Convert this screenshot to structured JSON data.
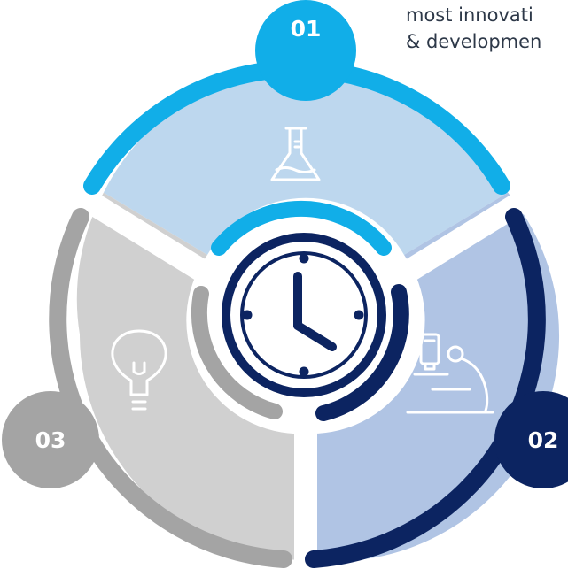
{
  "caption": {
    "line1": "most innovati",
    "line2": "& developmen"
  },
  "segments": [
    {
      "number": "01",
      "icon": "flask-icon"
    },
    {
      "number": "02",
      "icon": "microscope-icon"
    },
    {
      "number": "03",
      "icon": "lightbulb-icon"
    }
  ],
  "center_icon": "clock-icon",
  "colors": {
    "seg1_fill": "#bdd7ee",
    "seg1_arc": "#11aee8",
    "seg2_fill": "#b0c4e4",
    "seg2_arc": "#0c2461",
    "seg3_fill": "#d0d0d0",
    "seg3_arc": "#a4a4a4",
    "clock": "#0c2461"
  }
}
